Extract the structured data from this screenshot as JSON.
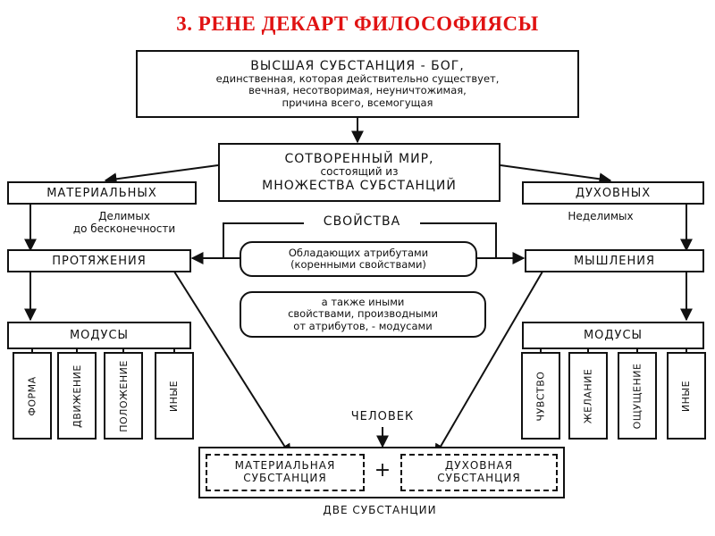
{
  "title": "3. РЕНЕ ДЕКАРТ ФИЛОСОФИЯСЫ",
  "god": {
    "heading": "ВЫСШАЯ СУБСТАНЦИЯ - БОГ,",
    "lines": [
      "единственная, которая действительно существует,",
      "вечная, несотворимая, неуничтожимая,",
      "причина всего, всемогущая"
    ]
  },
  "world": {
    "lines": [
      "СОТВОРЕННЫЙ МИР,",
      "состоящий из",
      "МНОЖЕСТВА СУБСТАНЦИЙ"
    ]
  },
  "material": "МАТЕРИАЛЬНЫХ",
  "spiritual": "ДУХОВНЫХ",
  "divisible": [
    "Делимых",
    "до бесконечности"
  ],
  "indivisible": "Неделимых",
  "properties": "СВОЙСТВА",
  "attributes": [
    "Обладающих атрибутами",
    "(коренными свойствами)"
  ],
  "other_props": [
    "а также иными",
    "свойствами, производными",
    "от атрибутов, - модусами"
  ],
  "extension": "ПРОТЯЖЕНИЯ",
  "thinking": "МЫШЛЕНИЯ",
  "modes_left": {
    "label": "МОДУСЫ",
    "items": [
      "ФОРМА",
      "ДВИЖЕНИЕ",
      "ПОЛОЖЕНИЕ",
      "ИНЫЕ"
    ]
  },
  "modes_right": {
    "label": "МОДУСЫ",
    "items": [
      "ЧУВСТВО",
      "ЖЕЛАНИЕ",
      "ОЩУЩЕНИЕ",
      "ИНЫЕ"
    ]
  },
  "human": "ЧЕЛОВЕК",
  "material_substance": [
    "МАТЕРИАЛЬНАЯ",
    "СУБСТАНЦИЯ"
  ],
  "plus": "+",
  "spiritual_substance": [
    "ДУХОВНАЯ",
    "СУБСТАНЦИЯ"
  ],
  "two_substances": "ДВЕ СУБСТАНЦИИ"
}
